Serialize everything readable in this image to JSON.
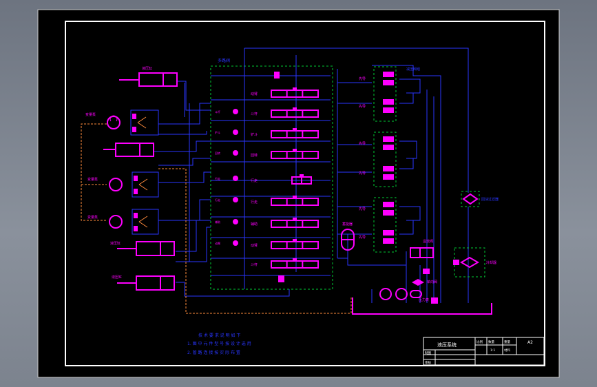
{
  "colors": {
    "background": "#000000",
    "frame": "#ffffff",
    "line": "#2a36ff",
    "component": "#ff00ff",
    "dashed_box": "#00cc33",
    "pilot_line": "#ff8c3c",
    "desktop": "#7c838e"
  },
  "labels": {
    "valve_block": "多路阀",
    "cylinder_1": "液压缸",
    "pump_1": "变量泵",
    "pump_2": "变量泵",
    "pump_3": "变量泵",
    "cylinder_2": "液压缸",
    "cylinder_3": "液压缸",
    "right_group": "减压阀组",
    "filter": "回油过滤器",
    "cooler": "冷却器",
    "accumulator": "蓄能器",
    "relief": "溢流阀",
    "check": "单向阀",
    "pressure": "压力表",
    "valve_rows": [
      "动臂",
      "斗杆",
      "铲斗",
      "回转",
      "行走",
      "行走",
      "辅助",
      "动臂",
      "斗杆",
      "铲斗"
    ],
    "right_rows": [
      "先导",
      "先导",
      "先导",
      "先导",
      "先导",
      "先导"
    ]
  },
  "notes": {
    "title": "技 术 要 求 说 明 如 下",
    "line1": "1. 图 中 元 件 型 号 按 设 计 选 用",
    "line2": "2. 管 路 连 接 按 实 际 布 置"
  },
  "title_block": {
    "name": "液压系统",
    "c1": "比例",
    "c2": "数量",
    "c3": "重量",
    "c4": "材料",
    "sheet": "A2",
    "drawn": "制图",
    "checked": "审核",
    "scale": "1:1"
  }
}
